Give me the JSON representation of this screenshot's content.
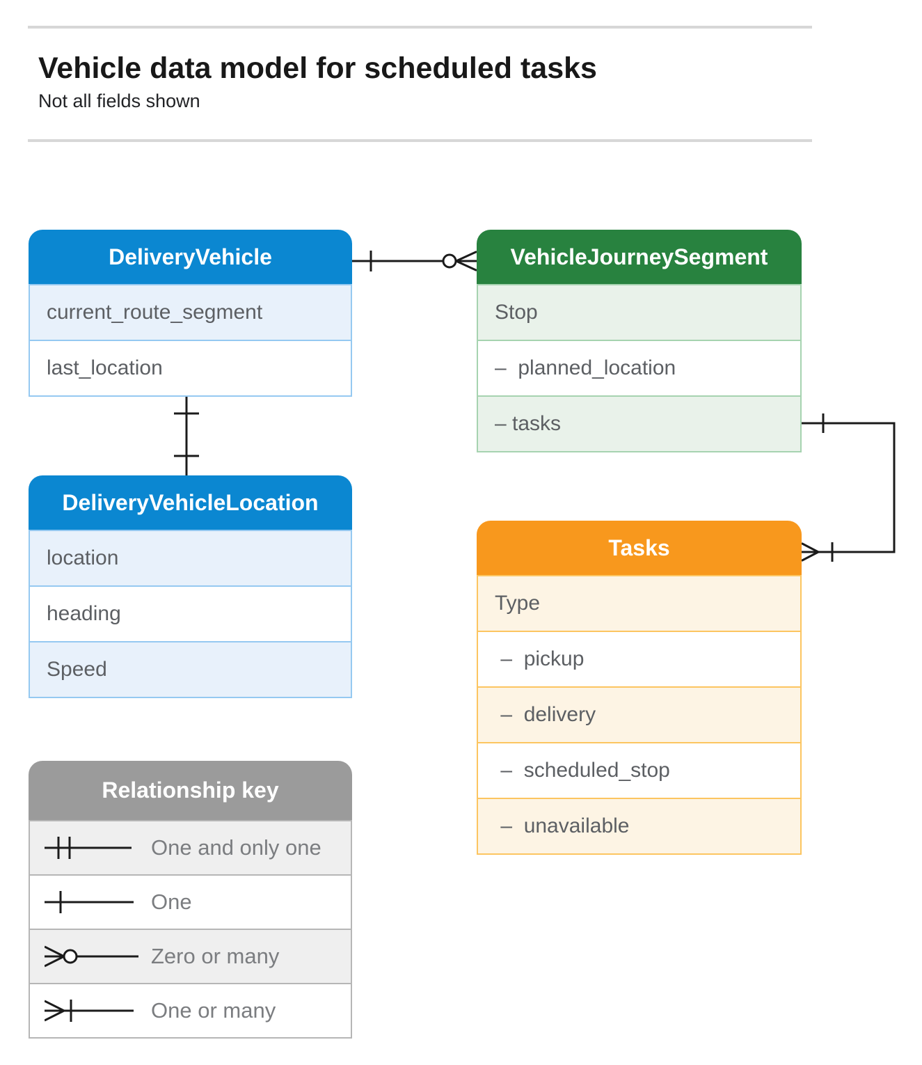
{
  "page": {
    "title": "Vehicle data model for scheduled tasks",
    "subtitle": "Not all fields shown"
  },
  "entities": {
    "delivery_vehicle": {
      "title": "DeliveryVehicle",
      "fields": [
        "current_route_segment",
        "last_location"
      ]
    },
    "vehicle_journey_segment": {
      "title": "VehicleJourneySegment",
      "fields": [
        "Stop",
        "–  planned_location",
        "– tasks"
      ]
    },
    "delivery_vehicle_location": {
      "title": "DeliveryVehicleLocation",
      "fields": [
        "location",
        "heading",
        "Speed"
      ]
    },
    "tasks": {
      "title": "Tasks",
      "fields": [
        "Type",
        " –  pickup",
        " –  delivery",
        " –  scheduled_stop",
        " –  unavailable"
      ]
    }
  },
  "legend": {
    "title": "Relationship key",
    "items": [
      "One and only one",
      "One",
      "Zero or many",
      "One or many"
    ]
  },
  "colors": {
    "blue_header": "#0b87d1",
    "blue_tint": "#e8f1fb",
    "blue_border": "#95c9f1",
    "green_header": "#28823f",
    "green_tint": "#e9f2ea",
    "green_border": "#a6d3b0",
    "orange_header": "#f8981d",
    "orange_tint": "#fdf4e4",
    "orange_border": "#fcc560",
    "gray_header": "#9b9b9b",
    "gray_tint": "#efefef",
    "gray_border": "#b6b6b6",
    "connector_stroke": "#1b1b1b",
    "field_text": "#5c5f63",
    "legend_text": "#7b7d80"
  }
}
